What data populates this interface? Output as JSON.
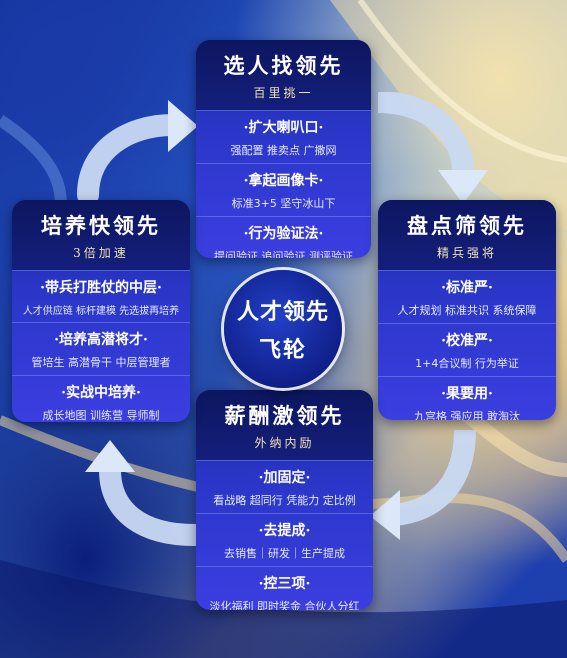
{
  "hub": {
    "line1": "人才领先",
    "line2": "飞轮"
  },
  "cards": {
    "top": {
      "title": "选人找领先",
      "subtitle": "百里挑一",
      "sections": [
        {
          "heading": "·扩大喇叭口·",
          "body": "强配置  推卖点 广撒网"
        },
        {
          "heading": "·拿起画像卡·",
          "body": "标准3+5 坚守冰山下"
        },
        {
          "heading": "·行为验证法·",
          "body": "提问验证 追问验证 测评验证"
        }
      ]
    },
    "right": {
      "title": "盘点筛领先",
      "subtitle": "精兵强将",
      "sections": [
        {
          "heading": "·标准严·",
          "body": "人才规划  标准共识  系统保障"
        },
        {
          "heading": "·校准严·",
          "body": "1+4合议制  行为举证"
        },
        {
          "heading": "·果要用·",
          "body": "九宫格  强应用  敢淘汰"
        }
      ]
    },
    "bottom": {
      "title": "薪酬激领先",
      "subtitle": "外纳内励",
      "sections": [
        {
          "heading": "·加固定·",
          "body": "看战略 超同行  凭能力 定比例"
        },
        {
          "heading": "·去提成·",
          "body": "去销售｜研发｜生产提成"
        },
        {
          "heading": "·控三项·",
          "body": "淡化福利  即时奖金  合伙人分红"
        }
      ]
    },
    "left": {
      "title": "培养快领先",
      "subtitle": "3倍加速",
      "sections": [
        {
          "heading": "·带兵打胜仗的中层·",
          "body": "人才供应链 标杆建模 先选拔再培养"
        },
        {
          "heading": "·培养高潜将才·",
          "body": "管培生  高潜骨干  中层管理者"
        },
        {
          "heading": "·实战中培养·",
          "body": "成长地图  训练营  导师制"
        }
      ]
    }
  },
  "colors": {
    "card_top": "#141f7c",
    "card_body": "#2a36c8",
    "accent_text": "#f2e2b4",
    "arrow": "#c9d9f2"
  }
}
